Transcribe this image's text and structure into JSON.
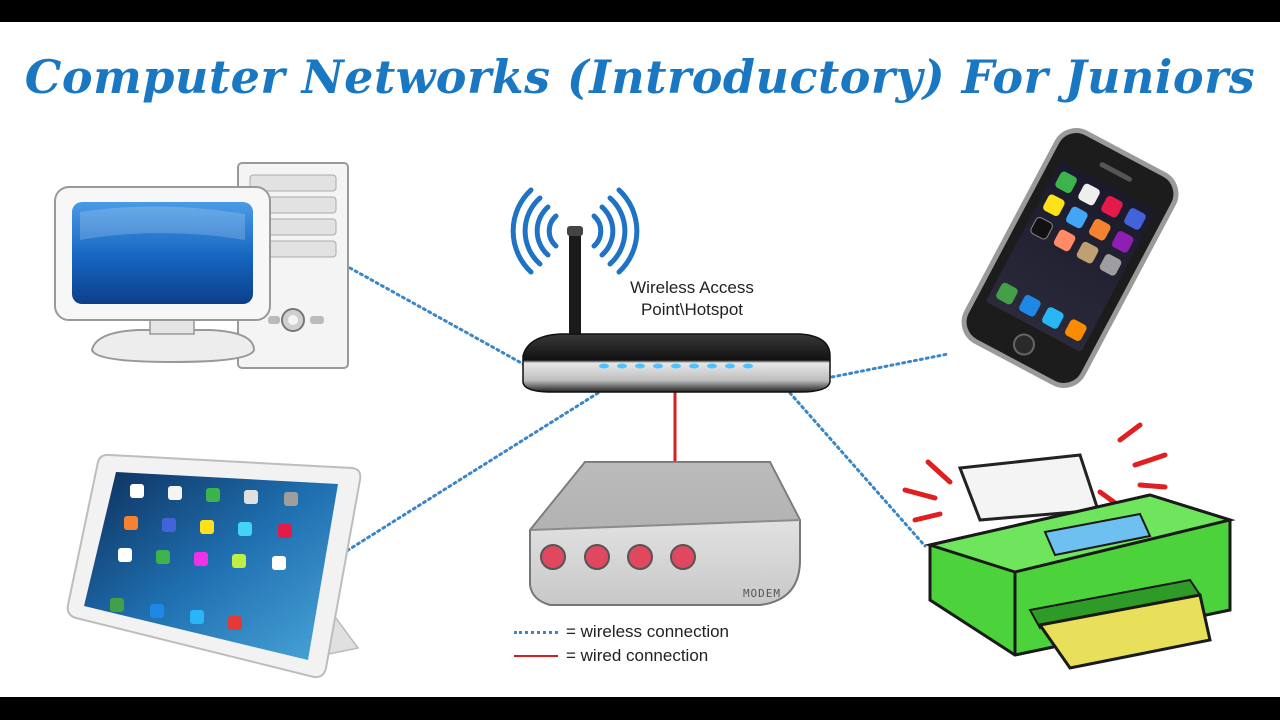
{
  "title": "Computer Networks (Introductory)  For Juniors",
  "access_point": {
    "label_line1": "Wireless Access",
    "label_line2": "Point\\Hotspot"
  },
  "modem": {
    "label": "MODEM"
  },
  "legend": {
    "wireless": "= wireless connection",
    "wired": "= wired connection"
  },
  "colors": {
    "title": "#1a78c2",
    "wireless_link": "#3a86c8",
    "wired_link": "#d42020",
    "printer": "#4cd33c"
  },
  "devices": [
    "desktop-computer",
    "smartphone",
    "tablet",
    "modem",
    "printer",
    "wireless-router"
  ]
}
